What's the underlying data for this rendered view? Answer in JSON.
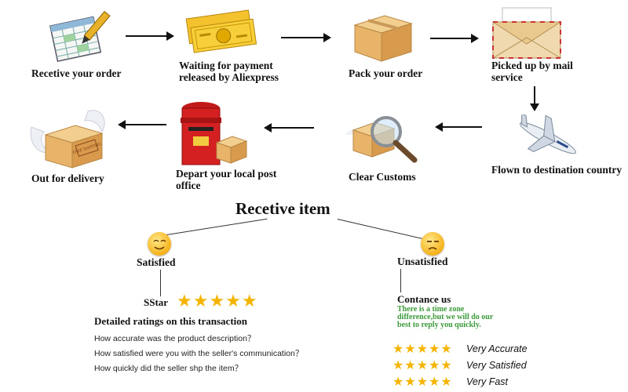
{
  "steps": {
    "receive_order": "Recetive your order",
    "waiting_payment": "Waiting for payment released by Aliexpress",
    "pack_order": "Pack your order",
    "picked_up": "Picked up by mail service",
    "flown": "Flown to destination country",
    "clear_customs": "Clear Customs",
    "depart_post": "Depart your local post office",
    "out_for_delivery": "Out for delivery"
  },
  "icons": {
    "order_form": "order-form-icon",
    "money": "money-icon",
    "box": "cardboard-box-icon",
    "envelope": "envelope-icon",
    "airplane": "airplane-icon",
    "magnifier": "magnifier-box-icon",
    "mailbox": "post-box-icon",
    "winged_box": "winged-box-icon",
    "box_stamp": "FREE SHIPPING"
  },
  "receive_item": {
    "title": "Recetive item",
    "satisfied": {
      "label": "Satisfied",
      "star_label": "SStar",
      "stars": "★★★★★",
      "ratings_title": "Detailed ratings on this transaction",
      "questions": [
        "How accurate was the product description？",
        "How satisfied were you with the seller's communication？",
        "How quickly did the seller shp the item？"
      ]
    },
    "unsatisfied": {
      "label": "Unsatisfied",
      "contact_title": "Contance us",
      "contact_note": "There is a time zone difference,but we will do  our best to reply you quickly.",
      "ratings": [
        {
          "stars": "★★★★★",
          "text": "Very Accurate"
        },
        {
          "stars": "★★★★★",
          "text": "Very Satisfied"
        },
        {
          "stars": "★★★★★",
          "text": "Very Fast"
        }
      ]
    }
  },
  "colors": {
    "star": "#f4b400",
    "contact_note": "#3a9a3a",
    "face": "#f6b21b"
  }
}
